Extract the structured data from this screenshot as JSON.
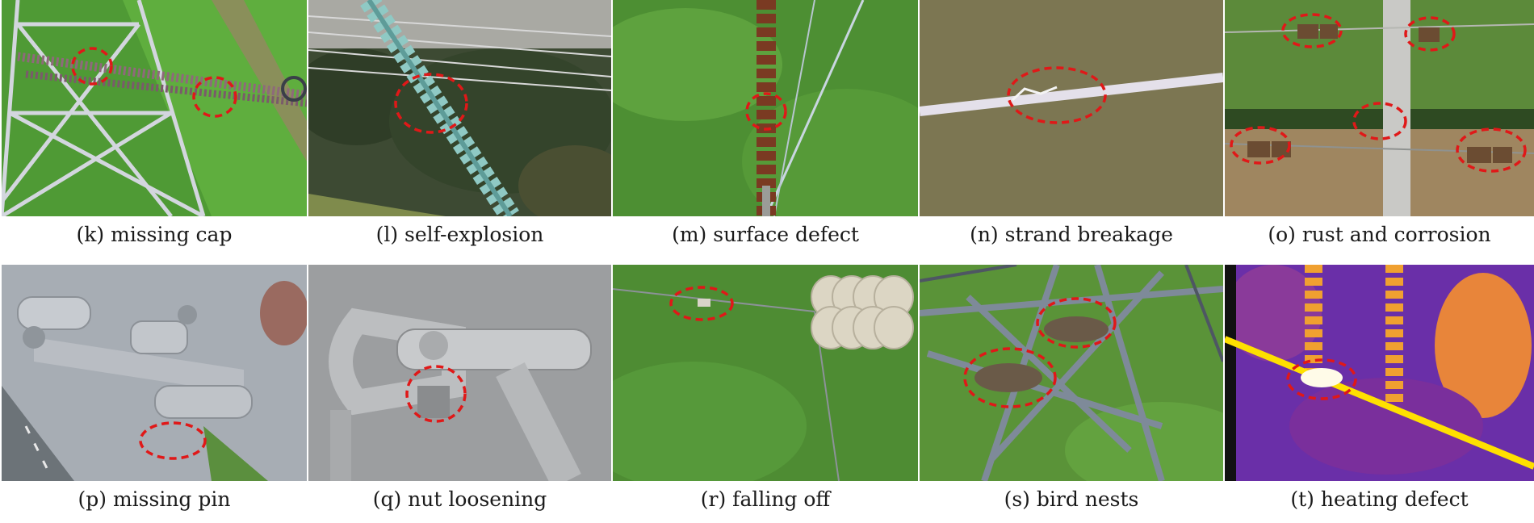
{
  "figure": {
    "captions": [
      "(k) missing cap",
      "(l) self-explosion",
      "(m) surface defect",
      "(n) strand breakage",
      "(o) rust and corrosion",
      "(p) missing pin",
      "(q) nut loosening",
      "(r) falling off",
      "(s) bird nests",
      "(t) heating defect"
    ]
  },
  "colors": {
    "defect_marker": "#e01818",
    "field_green": "#4f9a35",
    "tower_steel": "#c9ccd4",
    "insulator_glass": "#8ec8c4",
    "insulator_brown": "#7a3a22",
    "thermal_bg": "#7a2fb0",
    "thermal_hot": "#ffe000"
  }
}
